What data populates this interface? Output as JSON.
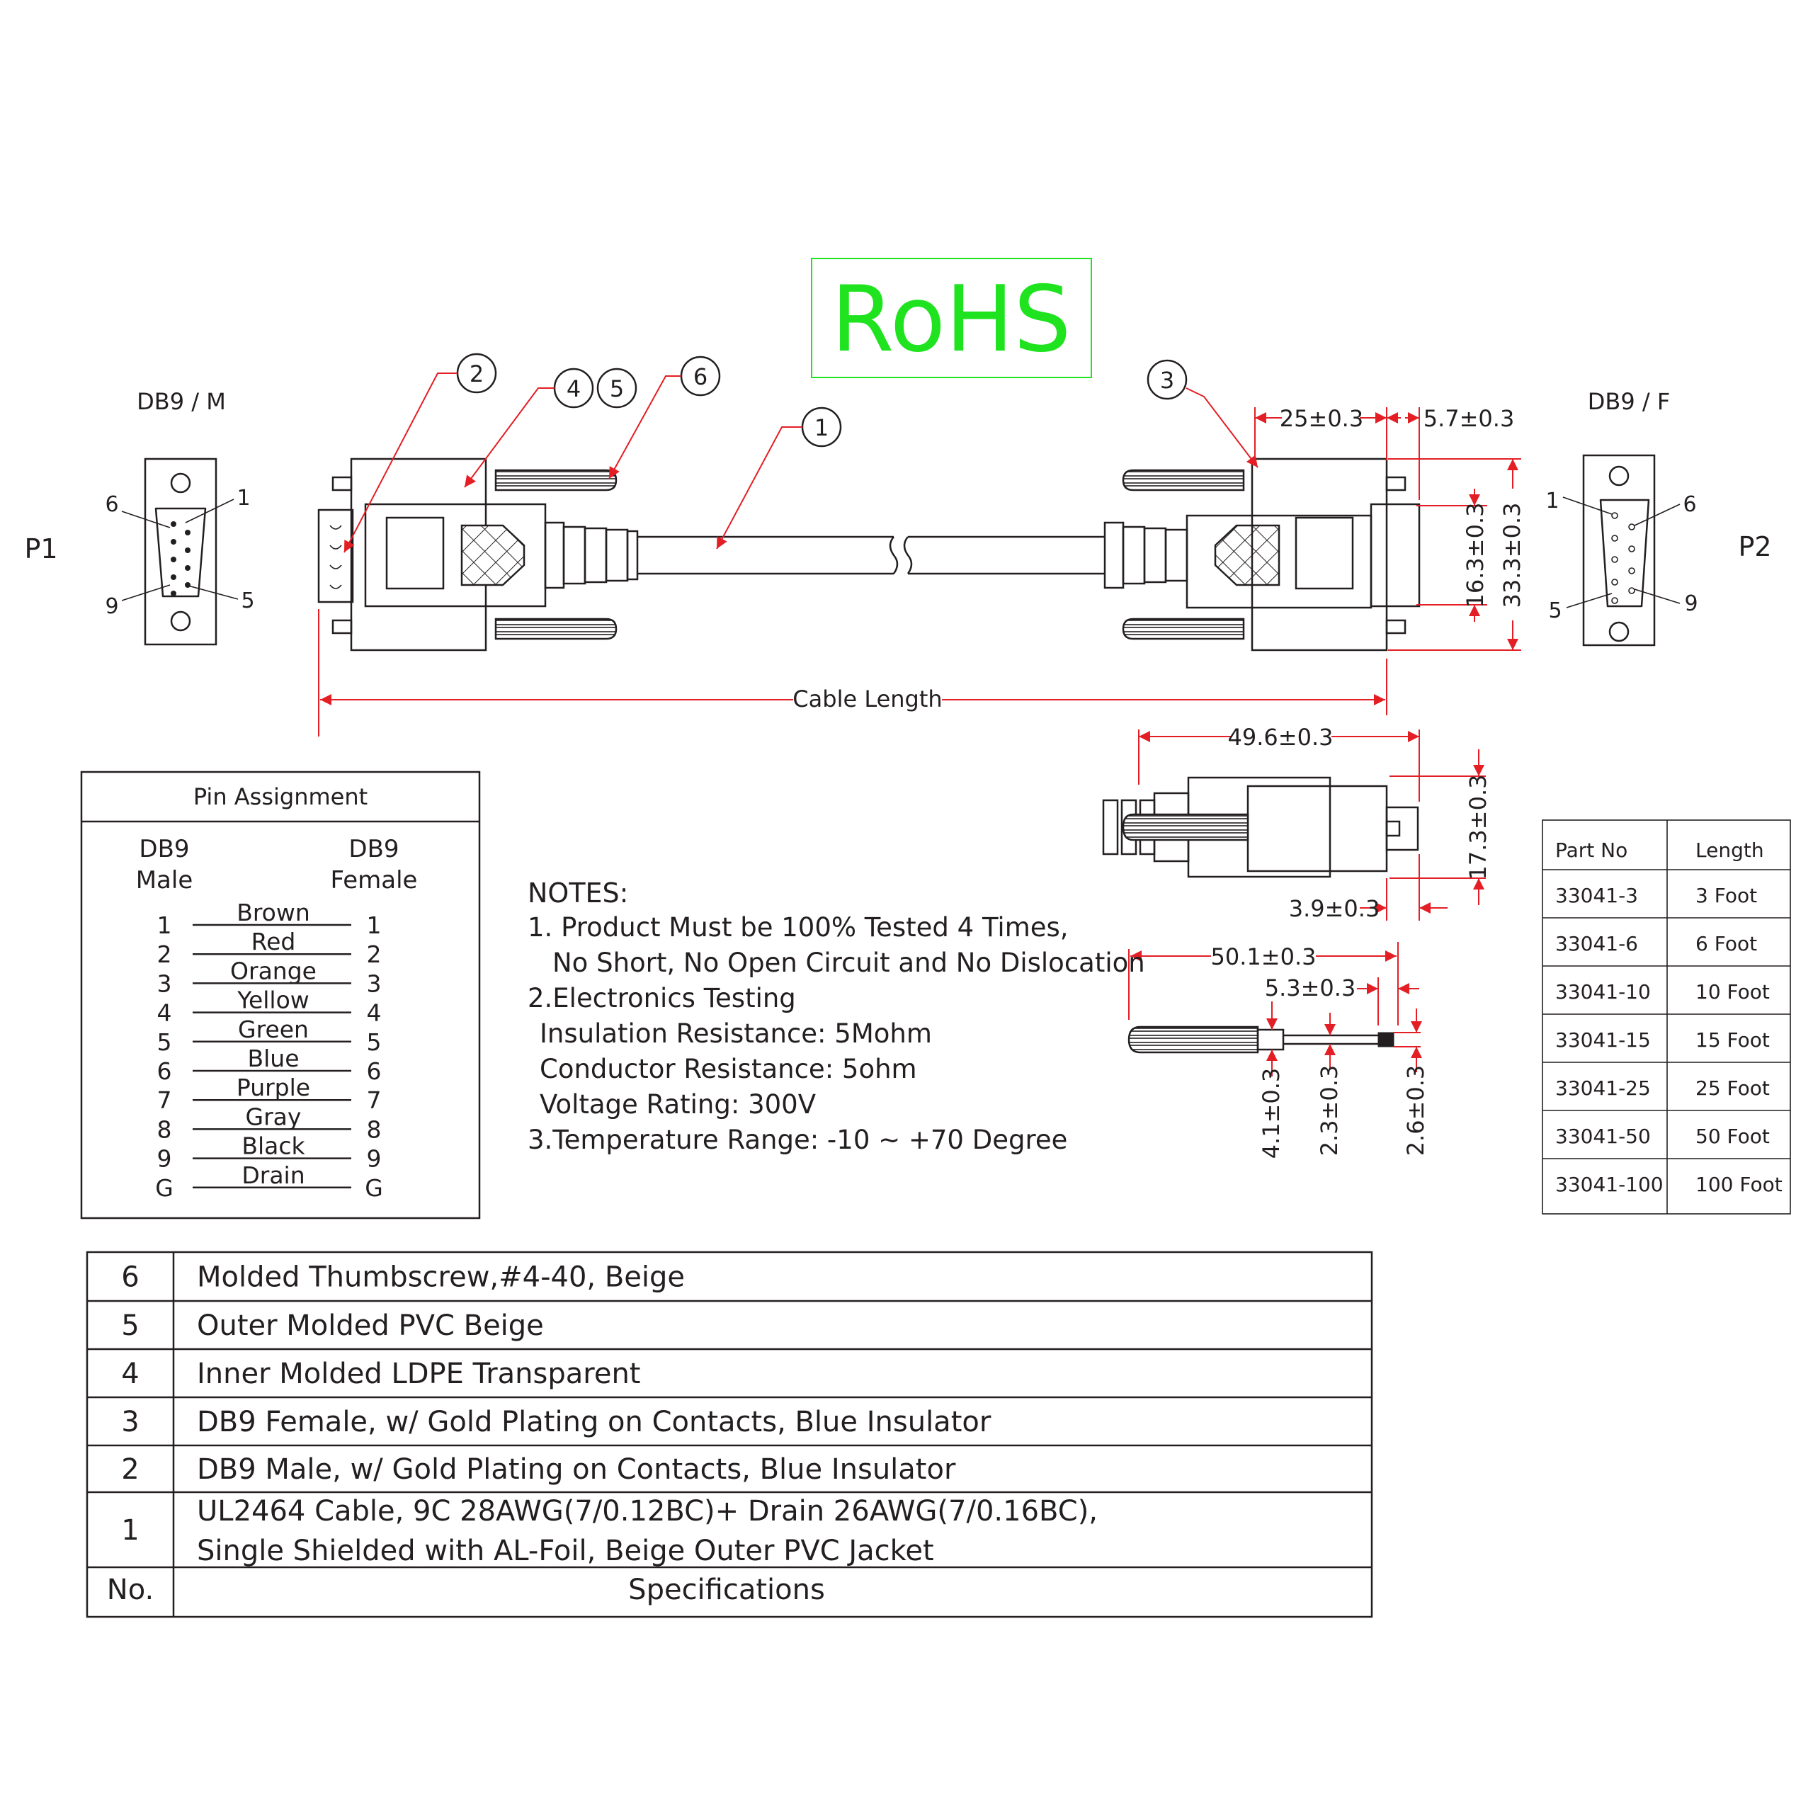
{
  "rohs_label": "RoHS",
  "connectors": {
    "left_label": "DB9 / M",
    "right_label": "DB9 / F",
    "left_side": "P1",
    "right_side": "P2",
    "left_pins": [
      "6",
      "1",
      "9",
      "5"
    ],
    "right_pins": [
      "1",
      "6",
      "5",
      "9"
    ]
  },
  "callouts": [
    "1",
    "2",
    "3",
    "4",
    "5",
    "6"
  ],
  "cable_length_label": "Cable Length",
  "dimensions": {
    "d25": "25±0.3",
    "d5_7": "5.7±0.3",
    "d16_3": "16.3±0.3",
    "d33_3": "33.3±0.3",
    "d49_6": "49.6±0.3",
    "d17_3": "17.3±0.3",
    "d3_9": "3.9±0.3",
    "d50_1": "50.1±0.3",
    "d5_3": "5.3±0.3",
    "d4_1": "4.1±0.3",
    "d2_3": "2.3±0.3",
    "d2_6": "2.6±0.3"
  },
  "pin_assignment": {
    "title": "Pin Assignment",
    "left_head_1": "DB9",
    "left_head_2": "Male",
    "right_head_1": "DB9",
    "right_head_2": "Female",
    "rows": [
      {
        "left": "1",
        "color": "Brown",
        "right": "1"
      },
      {
        "left": "2",
        "color": "Red",
        "right": "2"
      },
      {
        "left": "3",
        "color": "Orange",
        "right": "3"
      },
      {
        "left": "4",
        "color": "Yellow",
        "right": "4"
      },
      {
        "left": "5",
        "color": "Green",
        "right": "5"
      },
      {
        "left": "6",
        "color": "Blue",
        "right": "6"
      },
      {
        "left": "7",
        "color": "Purple",
        "right": "7"
      },
      {
        "left": "8",
        "color": "Gray",
        "right": "8"
      },
      {
        "left": "9",
        "color": "Black",
        "right": "9"
      },
      {
        "left": "G",
        "color": "Drain",
        "right": "G"
      }
    ]
  },
  "notes": [
    "NOTES:",
    "1. Product Must be 100% Tested 4 Times,",
    "No Short, No Open Circuit and No Dislocation",
    "2.Electronics Testing",
    "Insulation Resistance: 5Mohm",
    "Conductor Resistance: 5ohm",
    "Voltage Rating: 300V",
    "3.Temperature Range: -10 ~ +70 Degree"
  ],
  "parts": {
    "headers": [
      "Part No",
      "Length"
    ],
    "rows": [
      [
        "33041-3",
        "3 Foot"
      ],
      [
        "33041-6",
        "6 Foot"
      ],
      [
        "33041-10",
        "10 Foot"
      ],
      [
        "33041-15",
        "15 Foot"
      ],
      [
        "33041-25",
        "25 Foot"
      ],
      [
        "33041-50",
        "50 Foot"
      ],
      [
        "33041-100",
        "100 Foot"
      ]
    ]
  },
  "specs": {
    "rows": [
      {
        "no": "6",
        "lines": [
          "Molded Thumbscrew,#4-40, Beige"
        ]
      },
      {
        "no": "5",
        "lines": [
          "Outer Molded PVC Beige"
        ]
      },
      {
        "no": "4",
        "lines": [
          "Inner Molded LDPE Transparent"
        ]
      },
      {
        "no": "3",
        "lines": [
          "DB9 Female, w/ Gold Plating on Contacts, Blue Insulator"
        ]
      },
      {
        "no": "2",
        "lines": [
          "DB9 Male, w/ Gold Plating on Contacts, Blue Insulator"
        ]
      },
      {
        "no": "1",
        "lines": [
          "UL2464 Cable, 9C 28AWG(7/0.12BC)+ Drain 26AWG(7/0.16BC),",
          "Single Shielded with AL-Foil, Beige Outer PVC Jacket"
        ]
      }
    ],
    "footer_no": "No.",
    "footer_spec": "Specifications"
  },
  "colors": {
    "ink": "#231f20",
    "dimension_red": "#e31e24",
    "rohs_green": "#1ee31e"
  }
}
